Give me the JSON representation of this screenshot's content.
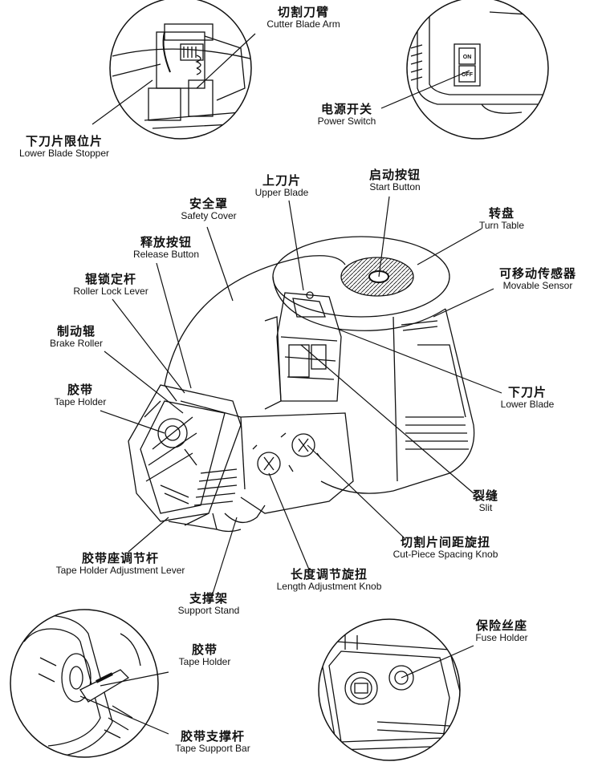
{
  "labels": {
    "cutter_blade_arm": {
      "zh": "切割刀臂",
      "en": "Cutter Blade Arm"
    },
    "lower_blade_stopper": {
      "zh": "下刀片限位片",
      "en": "Lower Blade Stopper"
    },
    "power_switch": {
      "zh": "电源开关",
      "en": "Power Switch"
    },
    "upper_blade": {
      "zh": "上刀片",
      "en": "Upper Blade"
    },
    "start_button": {
      "zh": "启动按钮",
      "en": "Start Button"
    },
    "safety_cover": {
      "zh": "安全罩",
      "en": "Safety Cover"
    },
    "turn_table": {
      "zh": "转盘",
      "en": "Turn Table"
    },
    "release_button": {
      "zh": "释放按钮",
      "en": "Release Button"
    },
    "movable_sensor": {
      "zh": "可移动传感器",
      "en": "Movable Sensor"
    },
    "roller_lock_lever": {
      "zh": "辊锁定杆",
      "en": "Roller Lock Lever"
    },
    "brake_roller": {
      "zh": "制动辊",
      "en": "Brake Roller"
    },
    "lower_blade": {
      "zh": "下刀片",
      "en": "Lower Blade"
    },
    "tape_holder": {
      "zh": "胶带",
      "en": "Tape Holder"
    },
    "slit": {
      "zh": "裂缝",
      "en": "Slit"
    },
    "cut_piece_spacing_knob": {
      "zh": "切割片间距旋扭",
      "en": "Cut-Piece Spacing Knob"
    },
    "tape_holder_adjustment_lever": {
      "zh": "胶带座调节杆",
      "en": "Tape Holder Adjustment Lever"
    },
    "length_adjustment_knob": {
      "zh": "长度调节旋扭",
      "en": "Length Adjustment Knob"
    },
    "support_stand": {
      "zh": "支撑架",
      "en": "Support Stand"
    },
    "tape_holder_detail": {
      "zh": "胶带",
      "en": "Tape Holder"
    },
    "fuse_holder": {
      "zh": "保险丝座",
      "en": "Fuse Holder"
    },
    "tape_support_bar": {
      "zh": "胶带支撑杆",
      "en": "Tape Support Bar"
    }
  },
  "switch": {
    "on": "ON",
    "off": "OFF"
  }
}
